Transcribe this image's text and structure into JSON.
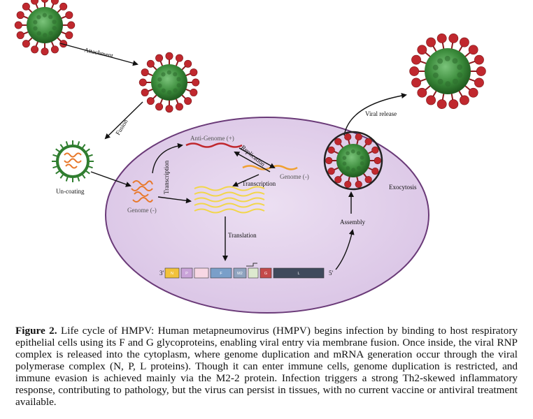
{
  "figure": {
    "labels": {
      "attachment": "Attachment",
      "fusion": "Fusion",
      "uncoating": "Un-coating",
      "genome_left": "Genome (-)",
      "transcription_vertical": "Transcription",
      "anti_genome": "Anti-Genome (+)",
      "replication": "Replication",
      "genome_right": "Genome (-)",
      "transcription_center": "Transcription",
      "translation": "Translation",
      "assembly": "Assembly",
      "exocytosis": "Exocytosis",
      "viral_release": "Viral release"
    },
    "genes": [
      "N",
      "P",
      "",
      "F",
      "M2",
      "",
      "G",
      "L"
    ],
    "gene_colors": [
      "#f2c23a",
      "#c9a3d9",
      "#f8d7e4",
      "#7a9fc9",
      "#8fa3bf",
      "#dde9cf",
      "#c44a4a",
      "#3f4a5c"
    ],
    "gene_end_left": "3'",
    "gene_end_right": "5'",
    "colors": {
      "cell_fill": "#e6d6ee",
      "cell_border": "#6a3a78",
      "virus_spike": "#c0282e",
      "virus_body": "#3a8a3a",
      "virus_rim": "#2f7d2f"
    }
  },
  "caption": {
    "label": "Figure 2.",
    "text": " Life cycle of HMPV: Human metapneumovirus (HMPV) begins infection by binding to host respiratory epithelial cells using its F and G glycoproteins, enabling viral entry via membrane fusion. Once inside, the viral RNP complex is released into the cytoplasm, where genome duplication and mRNA generation occur through the viral polymerase complex (N, P, L proteins). Though it can enter immune cells, genome duplication is restricted, and immune evasion is achieved mainly via the M2-2 protein. Infection triggers a strong Th2-skewed inflammatory response, contributing to pathology, but the virus can persist in tissues, with no current vaccine or antiviral treatment available."
  }
}
